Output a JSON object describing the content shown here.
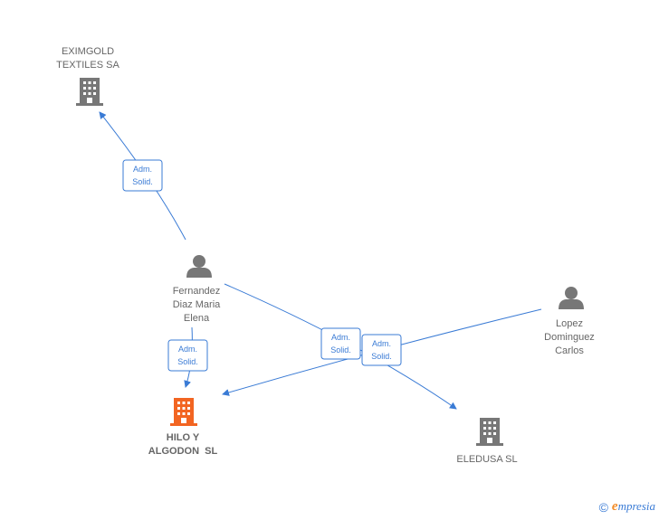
{
  "nodes": {
    "eximgold": {
      "lines": [
        "EXIMGOLD",
        "TEXTILES SA"
      ],
      "kind": "company",
      "color": "#777777"
    },
    "fernandez": {
      "lines": [
        "Fernandez",
        "Diaz Maria",
        "Elena"
      ],
      "kind": "person",
      "color": "#777777"
    },
    "hilo": {
      "lines": [
        "HILO Y",
        "ALGODON  SL"
      ],
      "kind": "company-focus",
      "color": "#f26522"
    },
    "lopez": {
      "lines": [
        "Lopez",
        "Dominguez",
        "Carlos"
      ],
      "kind": "person",
      "color": "#777777"
    },
    "eledusa": {
      "lines": [
        "ELEDUSA SL"
      ],
      "kind": "company",
      "color": "#777777"
    }
  },
  "edges": [
    {
      "from": "fernandez",
      "to": "eximgold",
      "label": [
        "Adm.",
        "Solid."
      ]
    },
    {
      "from": "fernandez",
      "to": "hilo",
      "label": [
        "Adm.",
        "Solid."
      ]
    },
    {
      "from": "fernandez",
      "to": "eledusa",
      "label": [
        "Adm.",
        "Solid."
      ]
    },
    {
      "from": "lopez",
      "to": "hilo",
      "label": [
        "Adm.",
        "Solid."
      ]
    }
  ],
  "footer": {
    "copyright_symbol": "©",
    "brand_initial": "e",
    "brand_rest": "mpresia"
  },
  "colors": {
    "edge": "#3a7bd5",
    "text": "#666666"
  }
}
